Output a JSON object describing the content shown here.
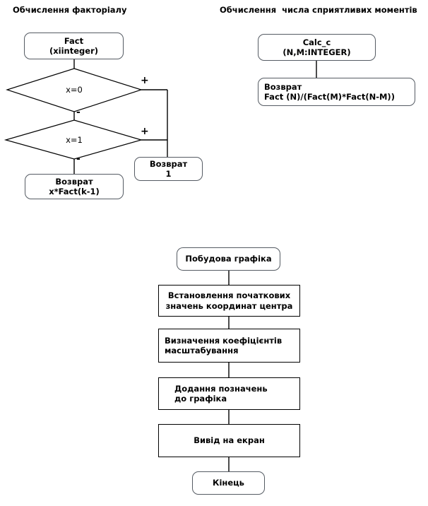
{
  "diagram": {
    "type": "flowchart",
    "background": "#ffffff",
    "line_color": "#000000",
    "rounded_border_color": "#555b63",
    "text_color": "#000000"
  },
  "charts": {
    "factorial": {
      "title": "Обчислення факторіалу",
      "nodes": {
        "start": {
          "line1": "Fact",
          "line2": "(xiinteger)",
          "shape": "rounded"
        },
        "decision1": {
          "label": "x=0",
          "shape": "diamond"
        },
        "decision2": {
          "label": "x=1",
          "shape": "diamond"
        },
        "return1": {
          "line1": "Возврат",
          "line2": "1",
          "shape": "rounded"
        },
        "return_recursive": {
          "line1": "Возврат",
          "line2": "x*Fact(k-1)",
          "shape": "rounded"
        }
      },
      "branch_labels": {
        "d1_true": "+",
        "d1_false": "-",
        "d2_true": "+",
        "d2_false": "-"
      }
    },
    "combinations": {
      "title": "Обчислення  числа сприятливих моментів",
      "nodes": {
        "start": {
          "line1": "Calc_c",
          "line2": "(N,M:INTEGER)",
          "shape": "rounded"
        },
        "return": {
          "line1": "Возврат",
          "line2": "Fact (N)/(Fact(M)*Fact(N-M))",
          "shape": "rounded"
        }
      }
    },
    "plot": {
      "nodes": {
        "start": {
          "line1": "Побудова графіка",
          "shape": "rounded"
        },
        "step1": {
          "line1": "Встановлення початкових",
          "line2": "значень координат центра",
          "shape": "rect"
        },
        "step2": {
          "line1": "Визначення коефіцієнтів",
          "line2": "масштабування",
          "shape": "rect"
        },
        "step3": {
          "line1": "Додання позначень",
          "line2": "до графіка",
          "shape": "rect"
        },
        "step4": {
          "line1": "Вивід на екран",
          "shape": "rect"
        },
        "end": {
          "line1": "Кінець",
          "shape": "rounded"
        }
      }
    }
  }
}
